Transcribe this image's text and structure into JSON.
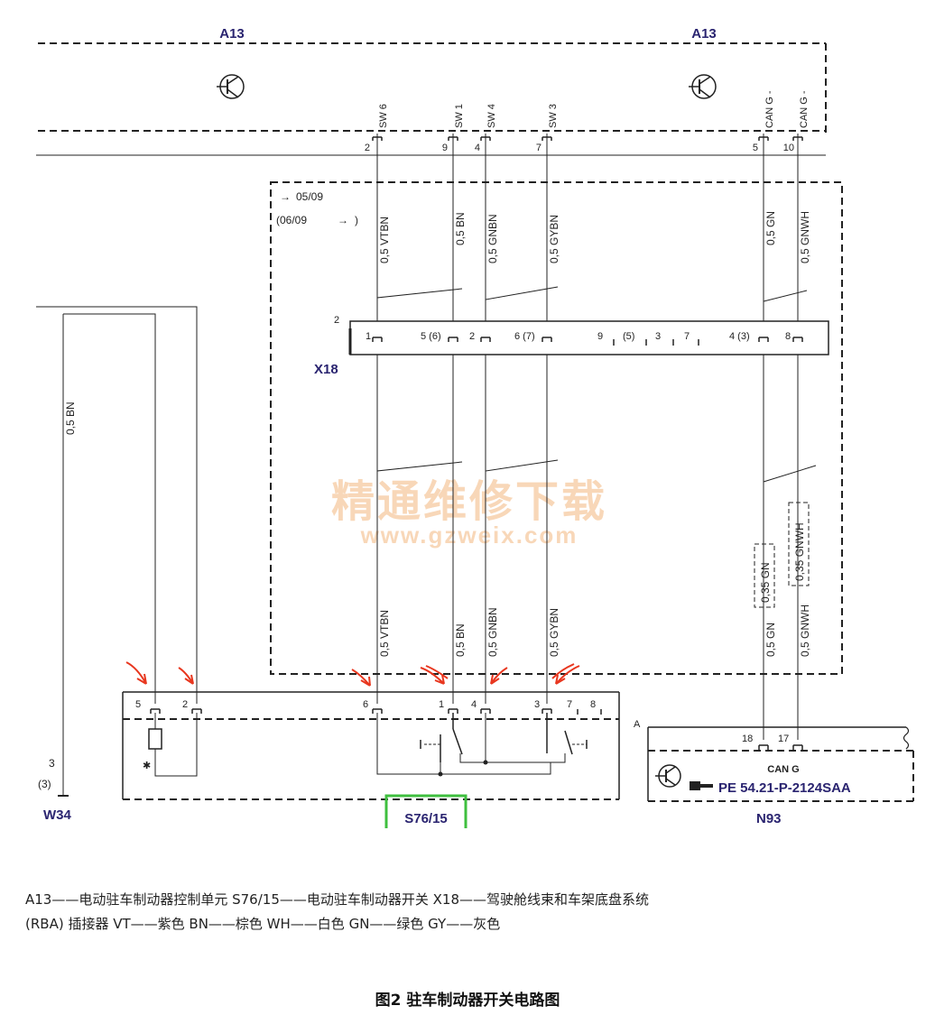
{
  "components": {
    "a13_left": "A13",
    "a13_right": "A13",
    "x18": "X18",
    "w34": "W34",
    "s76": "S76/15",
    "n93": "N93",
    "can_g": "CAN G",
    "pe_ref": "PE 54.21-P-2124SAA"
  },
  "dates": {
    "from": "05/09",
    "to": "(06/09",
    "to_close": ")"
  },
  "a13_pins": [
    "2",
    "9",
    "4",
    "7",
    "5",
    "10"
  ],
  "a13_signals": [
    "SW 6",
    "SW 1",
    "SW 4",
    "SW 3",
    "CAN G -",
    "CAN G -"
  ],
  "x18_pins": [
    "1",
    "5 (6)",
    "2",
    "6 (7)",
    "9",
    "(5)",
    "3",
    "7",
    "4 (3)",
    "8"
  ],
  "x18_connector_num": "2",
  "wires_top": [
    "0,5 VTBN",
    "0,5 BN",
    "0,5 GNBN",
    "0,5 GYBN",
    "0,5 GN",
    "0,5 GNWH"
  ],
  "wires_bottom": [
    "0,5 VTBN",
    "0,5 BN",
    "0,5 GNBN",
    "0,5 GYBN",
    "0,5 GN",
    "0,5 GNWH"
  ],
  "wires_alt": [
    "0,35 GN",
    "0,35 GNWH"
  ],
  "w34_wire": "0,5 BN",
  "w34_pins": [
    "3",
    "(3)"
  ],
  "s76_pins": [
    "5",
    "2",
    "6",
    "1",
    "4",
    "3",
    "7",
    "8"
  ],
  "n93_pins": [
    "18",
    "17"
  ],
  "n93_ground_label": "A",
  "watermark": {
    "line1": "精通维修下载",
    "line2": "www.gzweix.com"
  },
  "legend": {
    "line1": "A13——电动驻车制动器控制单元 S76/15——电动驻车制动器开关 X18——驾驶舱线束和车架底盘系统",
    "line2": "(RBA) 插接器 VT——紫色 BN——棕色 WH——白色 GN——绿色 GY——灰色"
  },
  "caption": "图2 驻车制动器开关电路图",
  "colors": {
    "arrow": "#e8371f",
    "s76_outline": "#3fbf3f",
    "component_label": "#2a2470",
    "watermark": "#f8d7b8"
  }
}
